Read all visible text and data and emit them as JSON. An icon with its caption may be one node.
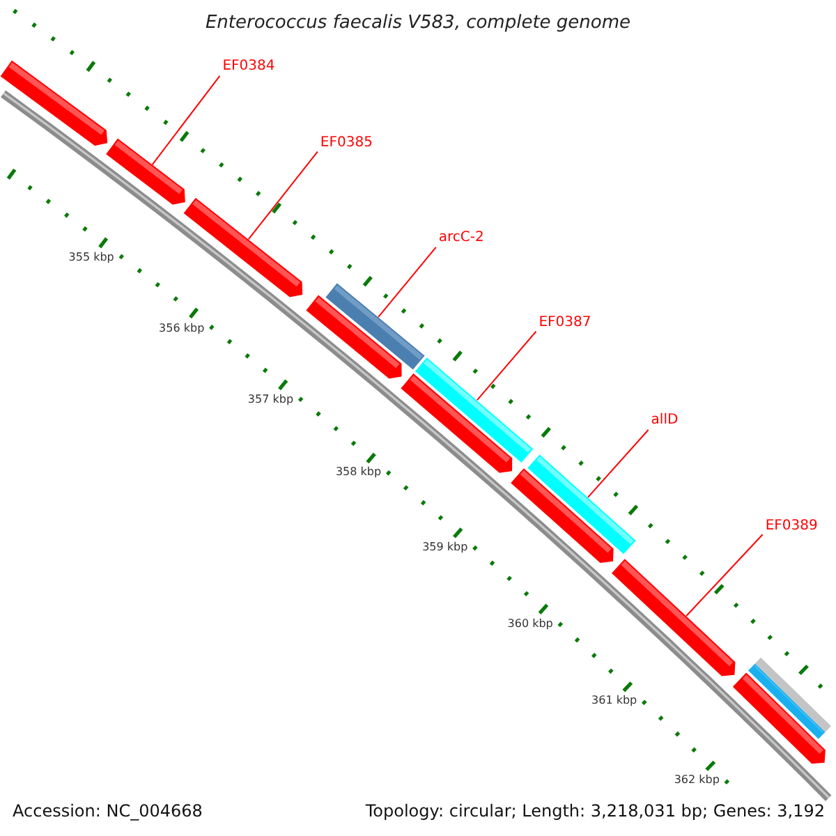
{
  "diagram": {
    "title": "Enterococcus faecalis V583, complete genome",
    "nodes": [
      {
        "text": [
          "EF0384"
        ]
      },
      {
        "text": [
          "EF0385"
        ]
      },
      {
        "text": [
          "arcC-2"
        ]
      },
      {
        "text": [
          "EF0387"
        ]
      },
      {
        "text": [
          "allD"
        ]
      },
      {
        "text": [
          "EF0389"
        ]
      },
      {
        "text": [],
        "shape": "bar"
      },
      {
        "text": [],
        "shape": "bar"
      },
      {
        "text": [],
        "shape": "bar"
      },
      {
        "text": [],
        "shape": "bar"
      },
      {
        "text": [],
        "shape": "bar"
      },
      {
        "text": [],
        "shape": "bar"
      },
      {
        "text": [],
        "shape": "bar"
      },
      {
        "text": [],
        "shape": "bar"
      },
      {
        "text": [],
        "shape": "bar"
      },
      {
        "text": [],
        "shape": "bar"
      },
      {
        "text": [],
        "shape": "bar"
      },
      {
        "text": [],
        "shape": "bar"
      },
      {
        "text": [],
        "shape": "bar"
      }
    ],
    "edges": [
      {
        "from": 0,
        "to": 7,
        "arrow": "none"
      },
      {
        "from": 1,
        "to": 8,
        "arrow": "none"
      },
      {
        "from": 2,
        "to": 10,
        "arrow": "none"
      },
      {
        "from": 3,
        "to": 11,
        "arrow": "none"
      },
      {
        "from": 4,
        "to": 13,
        "arrow": "none"
      },
      {
        "from": 5,
        "to": 15,
        "arrow": "none"
      }
    ],
    "labels": [
      "355 kbp",
      "356 kbp",
      "357 kbp",
      "358 kbp",
      "359 kbp",
      "360 kbp",
      "361 kbp",
      "362 kbp",
      "Accession: NC_004668",
      "Topology: circular; Length: 3,218,031 bp; Genes: 3,192"
    ]
  }
}
